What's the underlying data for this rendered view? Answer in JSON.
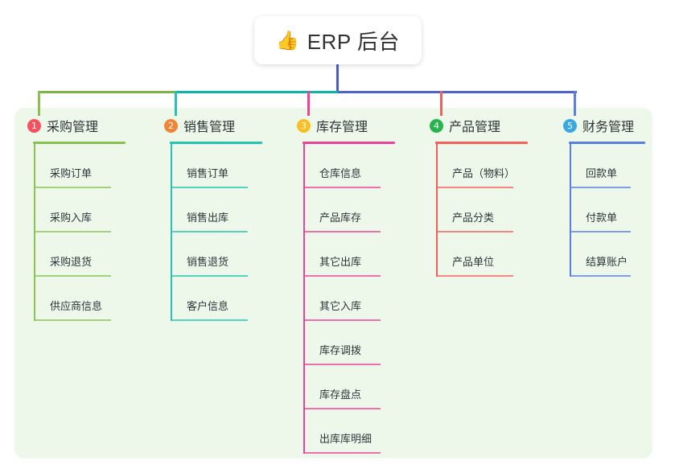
{
  "root": {
    "icon": "thumbs-up-icon",
    "icon_glyph": "👍",
    "title": "ERP 后台"
  },
  "canvas": {
    "panel_bg": "#eef8ea",
    "page_bg": "#ffffff",
    "root_stem_color": "#4a5bc4"
  },
  "connector": {
    "segments": [
      {
        "name": "left-green",
        "color": "#7cb342"
      },
      {
        "name": "mid-teal",
        "color": "#11b3a4"
      },
      {
        "name": "right-blue",
        "color": "#4f63cf"
      }
    ]
  },
  "columns": [
    {
      "number": "1",
      "badge_color": "#f5525f",
      "accent": "#8cc152",
      "title": "采购管理",
      "items": [
        "采购订单",
        "采购入库",
        "采购退货",
        "供应商信息"
      ]
    },
    {
      "number": "2",
      "badge_color": "#f08437",
      "accent": "#28c3b0",
      "title": "销售管理",
      "items": [
        "销售订单",
        "销售出库",
        "销售退货",
        "客户信息"
      ]
    },
    {
      "number": "3",
      "badge_color": "#f9bf23",
      "accent": "#e8449a",
      "title": "库存管理",
      "items": [
        "仓库信息",
        "产品库存",
        "其它出库",
        "其它入库",
        "库存调拨",
        "库存盘点",
        "出库库明细"
      ]
    },
    {
      "number": "4",
      "badge_color": "#27b34d",
      "accent": "#f4605e",
      "title": "产品管理",
      "items": [
        "产品（物料）",
        "产品分类",
        "产品单位"
      ]
    },
    {
      "number": "5",
      "badge_color": "#3aa7e0",
      "accent": "#5b7fdd",
      "title": "财务管理",
      "items": [
        "回款单",
        "付款单",
        "结算账户"
      ]
    }
  ]
}
